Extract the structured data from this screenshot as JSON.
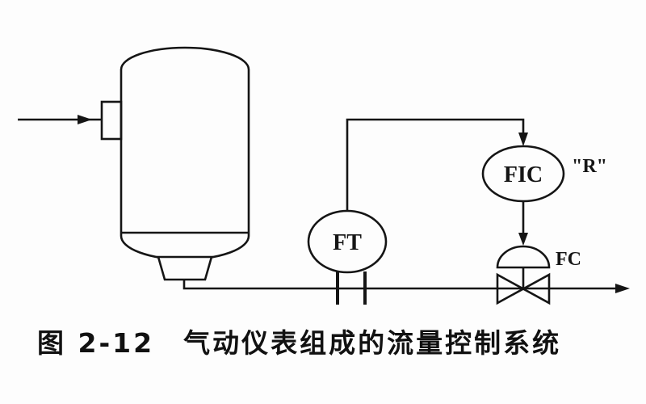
{
  "figure": {
    "caption": "图 2-12　气动仪表组成的流量控制系统",
    "instruments": {
      "transmitter_label": "FT",
      "controller_label": "FIC",
      "setpoint_label": "\"R\"",
      "valve_action_label": "FC"
    },
    "colors": {
      "ink": "#151515",
      "background": "#fdfdfd"
    }
  }
}
